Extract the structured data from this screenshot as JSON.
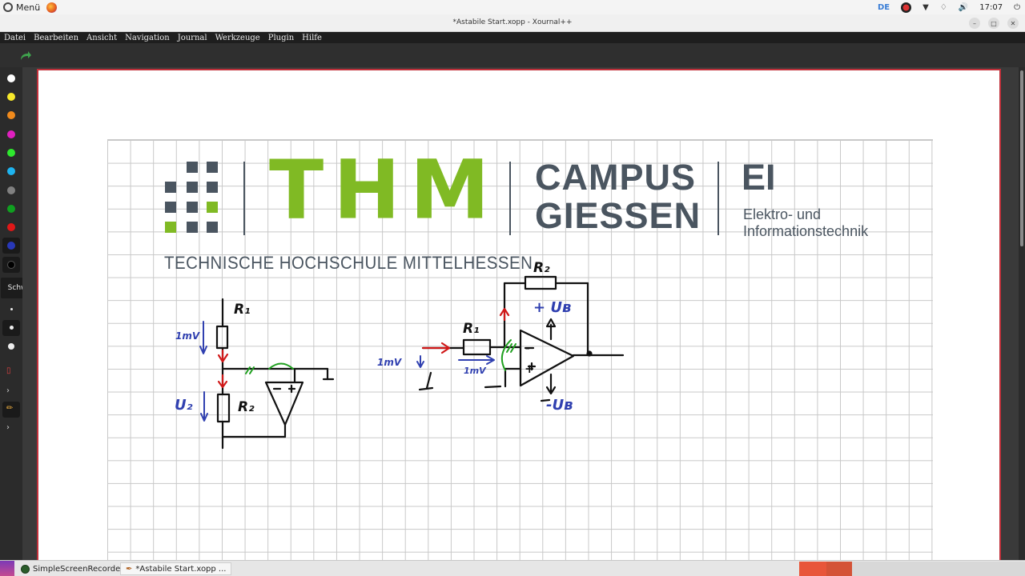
{
  "system_panel": {
    "menu_label": "Menü",
    "lang": "DE",
    "clock": "17:07"
  },
  "window": {
    "title": "*Astabile Start.xopp - Xournal++"
  },
  "menubar": {
    "items": [
      "Datei",
      "Bearbeiten",
      "Ansicht",
      "Navigation",
      "Journal",
      "Werkzeuge",
      "Plugin",
      "Hilfe"
    ]
  },
  "palette": {
    "colors": [
      "#ffffff",
      "#f7e92b",
      "#f08a1c",
      "#e020c0",
      "#2ee82e",
      "#1eb4f0",
      "#808080",
      "#10a020",
      "#e01818",
      "#2838b8",
      "#000000"
    ],
    "selected_color": "#000000",
    "tooltip": "Schwarz"
  },
  "logo": {
    "thm": "THM",
    "campus_line1": "CAMPUS",
    "campus_line2": "GIESSEN",
    "ei": "EI",
    "ei_line1": "Elektro- und",
    "ei_line2": "Informationstechnik",
    "subtitle": "TECHNISCHE HOCHSCHULE MITTELHESSEN",
    "green": "#80ba24",
    "grey": "#4a5560"
  },
  "sketch": {
    "left_labels": {
      "r1": "R₁",
      "r2": "R₂",
      "u_top": "1mV",
      "u_bottom": "U₂"
    },
    "right_labels": {
      "r1": "R₁",
      "r2": "R₂",
      "u_in": "1mV",
      "u_small": "1mV",
      "ub_plus": "+ Uʙ",
      "ub_minus": "-Uʙ",
      "minus": "-",
      "plus": "+"
    },
    "ink_black": "#111111",
    "ink_blue": "#3040b0",
    "ink_red": "#d01818",
    "ink_green": "#20a020"
  },
  "taskbar": {
    "items": [
      "SimpleScreenRecorder",
      "*Astabile Start.xopp ..."
    ]
  }
}
